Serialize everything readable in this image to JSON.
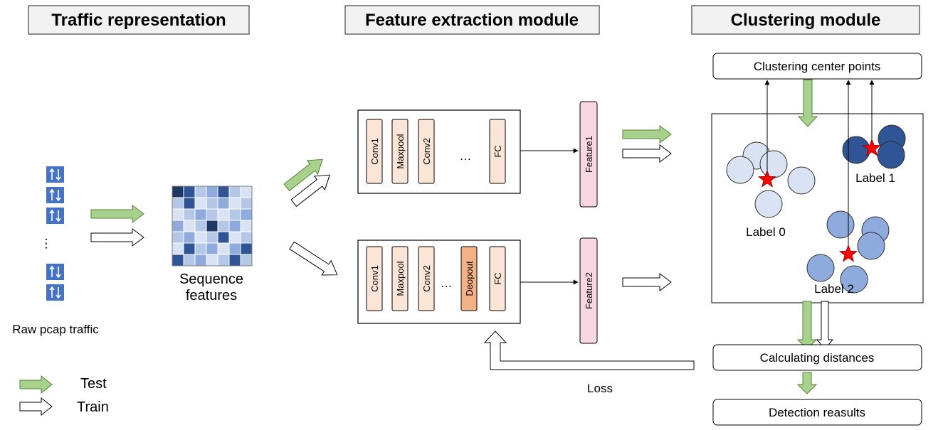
{
  "headers": {
    "traffic": "Traffic representation",
    "feature": "Feature extraction module",
    "cluster": "Clustering module"
  },
  "traffic": {
    "raw_label": "Raw pcap traffic",
    "dots": "⋮",
    "packet_icon": "swap-arrows-icon",
    "sequence_label_line1": "Sequence",
    "sequence_label_line2": "features"
  },
  "legend": {
    "test": "Test",
    "train": "Train"
  },
  "network_top": {
    "layers": [
      "Conv1",
      "Maxpool",
      "Conv2",
      "…",
      "FC"
    ],
    "feature": "Feature1"
  },
  "network_bottom": {
    "layers": [
      "Conv1",
      "Maxpool",
      "Conv2",
      "…",
      "Deopout",
      "FC"
    ],
    "feature": "Feature2"
  },
  "clustering": {
    "center_points": "Clustering center points",
    "label0": "Label 0",
    "label1": "Label 1",
    "label2": "Label 2",
    "calculating": "Calculating distances",
    "detection": "Detection reasults"
  },
  "loss_label": "Loss",
  "colors": {
    "test_arrow": "#a9d18e",
    "layer_fill": "#fbe5d6",
    "dropout_fill": "#f4b183",
    "feature_fill": "#f8d7e3",
    "cluster0": "#dae3f3",
    "cluster1": "#2f5597",
    "cluster2": "#8faadc",
    "packet_icon": "#4472c4",
    "star": "#ff0000"
  }
}
